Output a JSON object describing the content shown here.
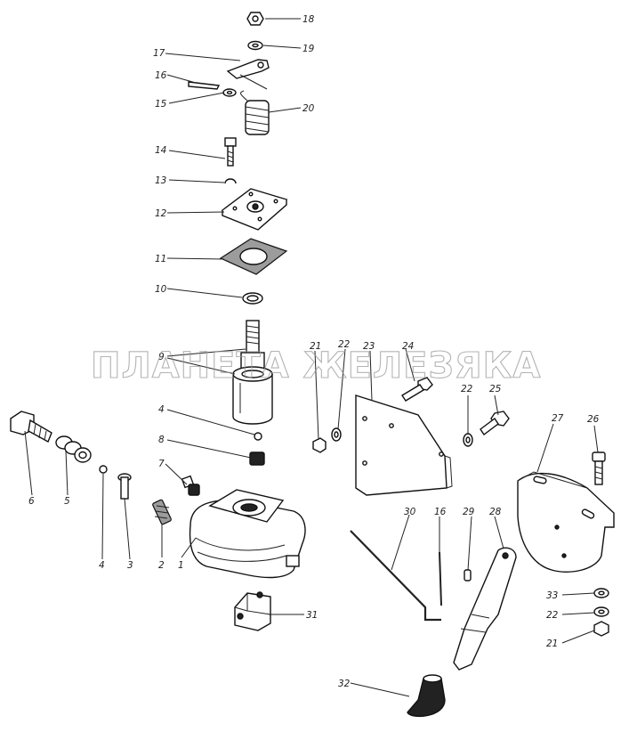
{
  "watermark": "ПЛАНЕТА ЖЕЛЕЗЯКА",
  "labels": {
    "n1": "1",
    "n2": "2",
    "n3": "3",
    "n4a": "4",
    "n4b": "4",
    "n5": "5",
    "n6": "6",
    "n7": "7",
    "n8": "8",
    "n9": "9",
    "n10": "10",
    "n11": "11",
    "n12": "12",
    "n13": "13",
    "n14": "14",
    "n15": "15",
    "n16a": "16",
    "n16b": "16",
    "n17": "17",
    "n18": "18",
    "n19": "19",
    "n20": "20",
    "n21a": "21",
    "n21b": "21",
    "n22a": "22",
    "n22b": "22",
    "n22c": "22",
    "n23": "23",
    "n24": "24",
    "n25": "25",
    "n26": "26",
    "n27": "27",
    "n28": "28",
    "n29": "29",
    "n30": "30",
    "n31": "31",
    "n32": "32",
    "n33": "33"
  }
}
